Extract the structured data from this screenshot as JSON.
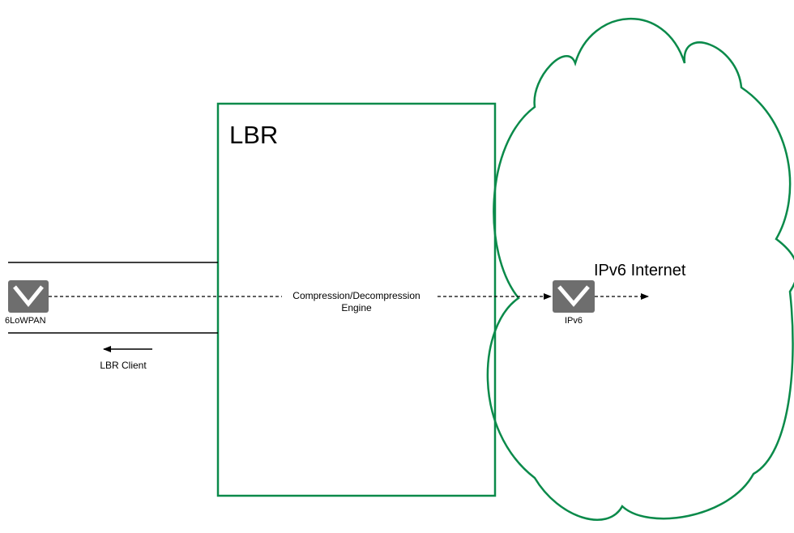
{
  "colors": {
    "outline": "#0a8a4a",
    "line": "#000000",
    "envelope_fill": "#6e6e6e",
    "envelope_stroke": "#ffffff"
  },
  "lbr_box": {
    "title": "LBR"
  },
  "engine": {
    "line1": "Compression/Decompression",
    "line2": "Engine"
  },
  "cloud": {
    "label": "IPv6 Internet"
  },
  "left_endpoint": {
    "icon": "envelope-icon",
    "label": "6LoWPAN"
  },
  "right_endpoint": {
    "icon": "envelope-icon",
    "label": "IPv6"
  },
  "client_arrow": {
    "label": "LBR Client"
  }
}
